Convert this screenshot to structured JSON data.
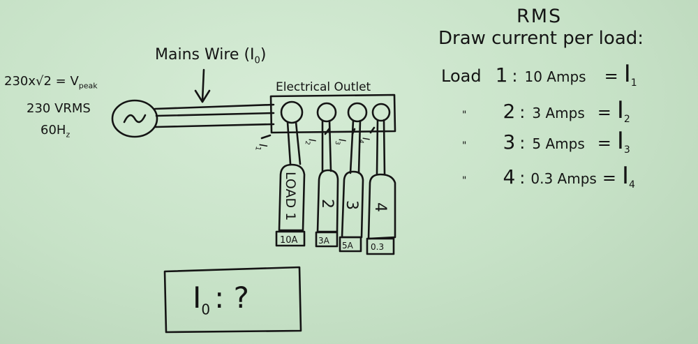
{
  "source": {
    "peak_formula": "230x√2 = V",
    "peak_sub": "peak",
    "vrms": "230 VRMS",
    "freq": "60H",
    "freq_sub": "z"
  },
  "mains_label": "Mains Wire (I",
  "mains_sub": "0",
  "mains_close": ")",
  "outlet_label": "Electrical Outlet",
  "plugs": [
    {
      "tag": "I",
      "sub": "1",
      "name": "LOAD 1",
      "rating": "10A"
    },
    {
      "tag": "I",
      "sub": "2",
      "name": "2",
      "rating": "3A"
    },
    {
      "tag": "I",
      "sub": "3",
      "name": "3",
      "rating": "5A"
    },
    {
      "tag": "I",
      "sub": "4",
      "name": "4",
      "rating": "0.3"
    }
  ],
  "question": {
    "main": "I",
    "sub": "0",
    "rest": ": ?"
  },
  "rms_title": "RMS",
  "rms_subtitle": "Draw current per load:",
  "loads": [
    {
      "prefix": "Load",
      "num": "1",
      "amps": "10 Amps",
      "var": "I",
      "var_sub": "1"
    },
    {
      "prefix": "\"",
      "num": "2",
      "amps": "3 Amps",
      "var": "I",
      "var_sub": "2"
    },
    {
      "prefix": "\"",
      "num": "3",
      "amps": "5 Amps",
      "var": "I",
      "var_sub": "3"
    },
    {
      "prefix": "\"",
      "num": "4",
      "amps": "0.3 Amps",
      "var": "I",
      "var_sub": "4"
    }
  ]
}
